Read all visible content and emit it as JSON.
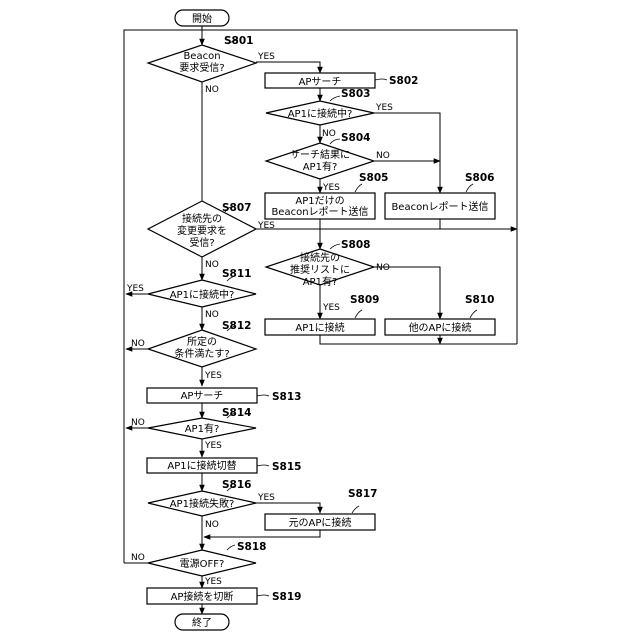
{
  "terminals": {
    "start": "開始",
    "end": "終了"
  },
  "steps": {
    "s801": {
      "label": "S801",
      "lines": [
        "Beacon",
        "要求受信?"
      ]
    },
    "s802": {
      "label": "S802",
      "lines": [
        "APサーチ"
      ]
    },
    "s803": {
      "label": "S803",
      "lines": [
        "AP1に接続中?"
      ]
    },
    "s804": {
      "label": "S804",
      "lines": [
        "サーチ結果に",
        "AP1有?"
      ]
    },
    "s805": {
      "label": "S805",
      "lines": [
        "AP1だけの",
        "Beaconレポート送信"
      ]
    },
    "s806": {
      "label": "S806",
      "lines": [
        "Beaconレポート送信"
      ]
    },
    "s807": {
      "label": "S807",
      "lines": [
        "接続先の",
        "変更要求を",
        "受信?"
      ]
    },
    "s808": {
      "label": "S808",
      "lines": [
        "接続先の",
        "推奨リストに",
        "AP1有?"
      ]
    },
    "s809": {
      "label": "S809",
      "lines": [
        "AP1に接続"
      ]
    },
    "s810": {
      "label": "S810",
      "lines": [
        "他のAPに接続"
      ]
    },
    "s811": {
      "label": "S811",
      "lines": [
        "AP1に接続中?"
      ]
    },
    "s812": {
      "label": "S812",
      "lines": [
        "所定の",
        "条件満たす?"
      ]
    },
    "s813": {
      "label": "S813",
      "lines": [
        "APサーチ"
      ]
    },
    "s814": {
      "label": "S814",
      "lines": [
        "AP1有?"
      ]
    },
    "s815": {
      "label": "S815",
      "lines": [
        "AP1に接続切替"
      ]
    },
    "s816": {
      "label": "S816",
      "lines": [
        "AP1接続失敗?"
      ]
    },
    "s817": {
      "label": "S817",
      "lines": [
        "元のAPに接続"
      ]
    },
    "s818": {
      "label": "S818",
      "lines": [
        "電源OFF?"
      ]
    },
    "s819": {
      "label": "S819",
      "lines": [
        "AP接続を切断"
      ]
    }
  },
  "edge_labels": {
    "yes": "YES",
    "no": "NO"
  }
}
